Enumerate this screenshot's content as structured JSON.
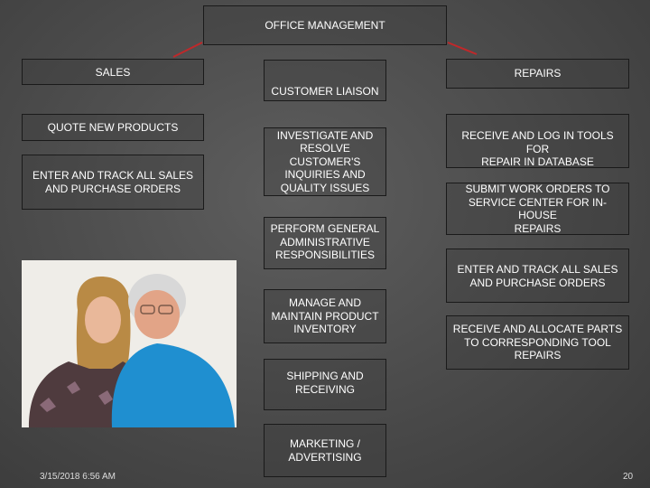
{
  "chart": {
    "root": "OFFICE MANAGEMENT",
    "sales": {
      "title": "SALES",
      "tasks": [
        "QUOTE NEW PRODUCTS",
        "ENTER AND TRACK ALL SALES\nAND PURCHASE ORDERS"
      ]
    },
    "liaison": {
      "title": "CUSTOMER  LIAISON",
      "tasks": [
        "INVESTIGATE AND\nRESOLVE\nCUSTOMER'S\nINQUIRIES AND\nQUALITY ISSUES",
        "PERFORM GENERAL\nADMINISTRATIVE\nRESPONSIBILITIES",
        "MANAGE AND\nMAINTAIN PRODUCT\nINVENTORY",
        "SHIPPING AND\nRECEIVING",
        "MARKETING /\nADVERTISING"
      ]
    },
    "repairs": {
      "title": "REPAIRS",
      "tasks": [
        "RECEIVE AND LOG IN TOOLS FOR\nREPAIR IN DATABASE",
        "SUBMIT WORK ORDERS TO\nSERVICE CENTER FOR IN-HOUSE\nREPAIRS",
        "ENTER AND TRACK ALL SALES\nAND PURCHASE ORDERS",
        "RECEIVE AND ALLOCATE PARTS\nTO CORRESPONDING TOOL\nREPAIRS"
      ]
    }
  },
  "footer": {
    "date": "3/15/2018 6:56 AM",
    "page": "20"
  },
  "colors": {
    "connector": "#c0282a",
    "box_border": "#1a1a1a",
    "text": "#ffffff"
  }
}
